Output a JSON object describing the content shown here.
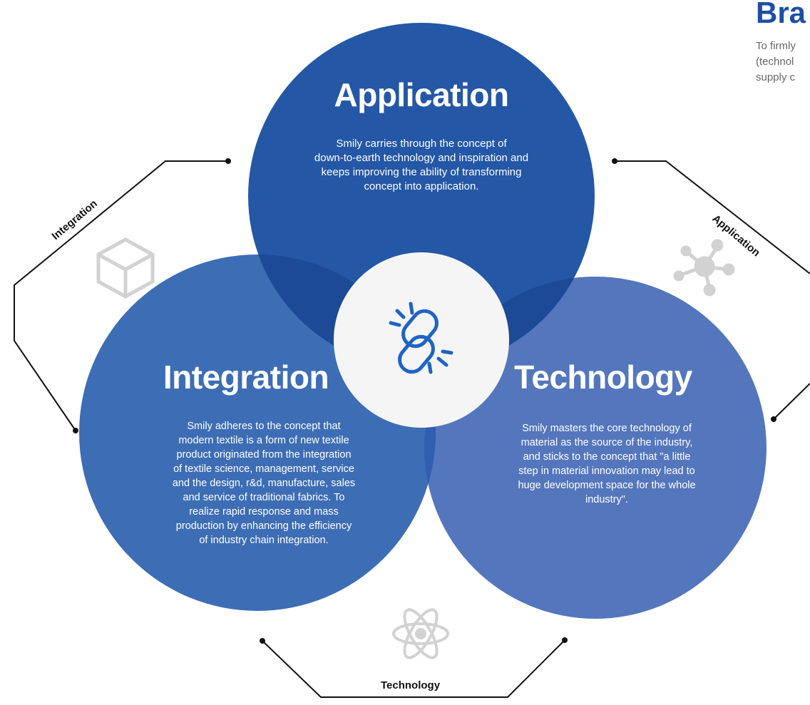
{
  "header": {
    "title": "Bra",
    "text_lines": [
      "To firmly",
      "(technol",
      "supply c"
    ]
  },
  "circles": {
    "application": {
      "title": "Application",
      "desc_lines": [
        "Smily carries through the concept of",
        "down-to-earth technology and inspiration and",
        "keeps improving the ability of transforming",
        "concept into application."
      ]
    },
    "integration": {
      "title": "Integration",
      "desc_lines": [
        "Smily adheres to the concept that",
        "modern textile is a form of new textile",
        "product originated from the integration",
        "of textile science, management, service",
        "and the design, r&d, manufacture, sales",
        "and service of traditional fabrics. To",
        "realize rapid response and mass",
        "production by enhancing the efficiency",
        "of industry chain integration."
      ]
    },
    "technology": {
      "title": "Technology",
      "desc_lines": [
        "Smily masters the core technology of",
        "material as the source of the industry,",
        "and sticks to the concept that \"a little",
        "step in material innovation may lead to",
        "huge development space for the whole",
        "industry\"."
      ]
    }
  },
  "side_labels": {
    "integration": "Integration",
    "application": "Application",
    "technology": "Technology"
  },
  "icons": {
    "center": "broken-link-icon",
    "integration": "cube-icon",
    "application": "network-nodes-icon",
    "technology": "atom-icon"
  },
  "colors": {
    "application_circle": "#2457a6",
    "integration_circle": "#3d6db5",
    "technology_circle": "#5476bd",
    "overlap": "#1c4a96",
    "center_circle": "#f5f5f5",
    "center_icon": "#1f63c4",
    "connector_line": "#111111",
    "ghost_icon": "#d2d2d2",
    "brand_blue": "#1e4fa3"
  }
}
